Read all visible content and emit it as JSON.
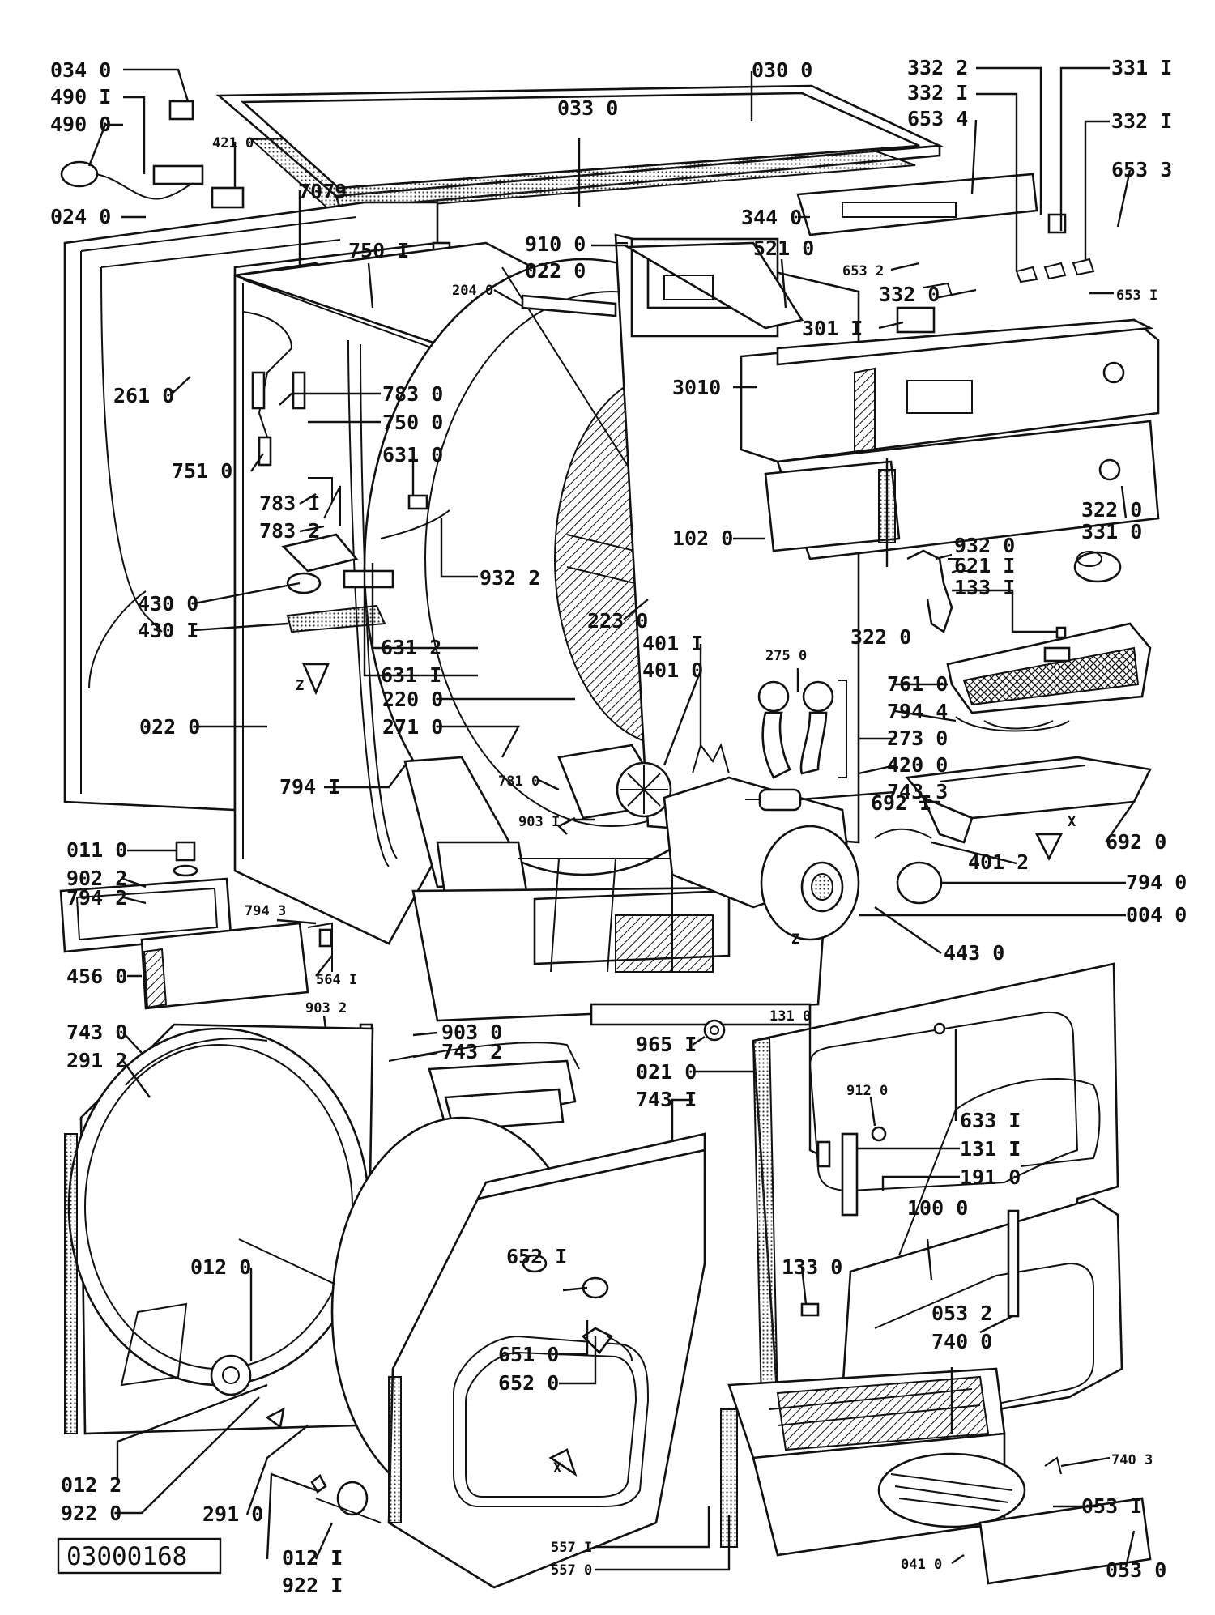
{
  "drawing_code": "03000168",
  "labels": [
    {
      "id": "l0340",
      "text": "034 0"
    },
    {
      "id": "l4901",
      "text": "490 I"
    },
    {
      "id": "l4900",
      "text": "490 0"
    },
    {
      "id": "l4210",
      "text": "421 0"
    },
    {
      "id": "l0240",
      "text": "024 0"
    },
    {
      "id": "l7079",
      "text": "7079"
    },
    {
      "id": "l0300",
      "text": "030 0"
    },
    {
      "id": "l0330",
      "text": "033 0"
    },
    {
      "id": "l7501",
      "text": "750 I"
    },
    {
      "id": "l9100",
      "text": "910 0"
    },
    {
      "id": "l0220t",
      "text": "022 0"
    },
    {
      "id": "l2040",
      "text": "204 0"
    },
    {
      "id": "l5210",
      "text": "521 0"
    },
    {
      "id": "l3440",
      "text": "344 0"
    },
    {
      "id": "l3322a",
      "text": "332 2"
    },
    {
      "id": "l3321a",
      "text": "332 I"
    },
    {
      "id": "l6534",
      "text": "653 4"
    },
    {
      "id": "l3311a",
      "text": "331 I"
    },
    {
      "id": "l3321b",
      "text": "332 I"
    },
    {
      "id": "l6533",
      "text": "653 3"
    },
    {
      "id": "l6532",
      "text": "653 2"
    },
    {
      "id": "l3320",
      "text": "332 0"
    },
    {
      "id": "l6531",
      "text": "653 I"
    },
    {
      "id": "l3011",
      "text": "301 I"
    },
    {
      "id": "l2610",
      "text": "261 0"
    },
    {
      "id": "l7830",
      "text": "783 0"
    },
    {
      "id": "l7500",
      "text": "750 0"
    },
    {
      "id": "l3010",
      "text": "3010"
    },
    {
      "id": "l6310",
      "text": "631 0"
    },
    {
      "id": "l7510",
      "text": "751 0"
    },
    {
      "id": "l7831",
      "text": "783 I"
    },
    {
      "id": "l7832",
      "text": "783 2"
    },
    {
      "id": "l1020",
      "text": "102 0"
    },
    {
      "id": "l3220a",
      "text": "322 0"
    },
    {
      "id": "l3310",
      "text": "331 0"
    },
    {
      "id": "l9320",
      "text": "932 0"
    },
    {
      "id": "l6211",
      "text": "621 I"
    },
    {
      "id": "l1331",
      "text": "133 I"
    },
    {
      "id": "l9322",
      "text": "932 2"
    },
    {
      "id": "l4300",
      "text": "430 0"
    },
    {
      "id": "l4301",
      "text": "430 I"
    },
    {
      "id": "l2230",
      "text": "223 0"
    },
    {
      "id": "l3220b",
      "text": "322 0"
    },
    {
      "id": "l6312",
      "text": "631 2"
    },
    {
      "id": "l6311",
      "text": "631 I"
    },
    {
      "id": "l4011",
      "text": "401 I"
    },
    {
      "id": "l4010",
      "text": "401 0"
    },
    {
      "id": "l2750",
      "text": "275 0"
    },
    {
      "id": "l2200",
      "text": "220 0"
    },
    {
      "id": "l2710",
      "text": "271 0"
    },
    {
      "id": "l7610",
      "text": "761 0"
    },
    {
      "id": "l7944",
      "text": "794 4"
    },
    {
      "id": "l2730",
      "text": "273 0"
    },
    {
      "id": "l4200",
      "text": "420 0"
    },
    {
      "id": "l7433",
      "text": "743 3"
    },
    {
      "id": "l0220m",
      "text": "022 0"
    },
    {
      "id": "l7941a",
      "text": "794 I"
    },
    {
      "id": "l7810",
      "text": "781 0"
    },
    {
      "id": "l6921",
      "text": "692 I"
    },
    {
      "id": "l6920",
      "text": "692 0"
    },
    {
      "id": "l4012",
      "text": "401 2"
    },
    {
      "id": "l0110",
      "text": "011 0"
    },
    {
      "id": "l9031",
      "text": "903 I"
    },
    {
      "id": "l9022",
      "text": "902 2"
    },
    {
      "id": "l7942",
      "text": "794 2"
    },
    {
      "id": "l7940",
      "text": "794 0"
    },
    {
      "id": "l0040",
      "text": "004 0"
    },
    {
      "id": "l7943",
      "text": "794 3"
    },
    {
      "id": "l4430",
      "text": "443 0"
    },
    {
      "id": "l4560",
      "text": "456 0"
    },
    {
      "id": "l5641",
      "text": "564 I"
    },
    {
      "id": "l9032",
      "text": "903 2"
    },
    {
      "id": "l7430",
      "text": "743 0"
    },
    {
      "id": "l2912",
      "text": "291 2"
    },
    {
      "id": "l9030",
      "text": "903 0"
    },
    {
      "id": "l7432",
      "text": "743 2"
    },
    {
      "id": "l1310",
      "text": "131 0"
    },
    {
      "id": "l9651",
      "text": "965 I"
    },
    {
      "id": "l0210",
      "text": "021 0"
    },
    {
      "id": "l7431",
      "text": "743 I"
    },
    {
      "id": "l9120",
      "text": "912 0"
    },
    {
      "id": "l6331",
      "text": "633 I"
    },
    {
      "id": "l1311",
      "text": "131 I"
    },
    {
      "id": "l1910",
      "text": "191 0"
    },
    {
      "id": "l0120",
      "text": "012 0"
    },
    {
      "id": "l1000",
      "text": "100 0"
    },
    {
      "id": "l6521",
      "text": "652 I"
    },
    {
      "id": "l1330",
      "text": "133 0"
    },
    {
      "id": "l0532",
      "text": "053 2"
    },
    {
      "id": "l7400",
      "text": "740 0"
    },
    {
      "id": "l6510",
      "text": "651 0"
    },
    {
      "id": "l6520",
      "text": "652 0"
    },
    {
      "id": "l0122",
      "text": "012 2"
    },
    {
      "id": "l9220",
      "text": "922 0"
    },
    {
      "id": "l2910",
      "text": "291 0"
    },
    {
      "id": "l7403",
      "text": "740 3"
    },
    {
      "id": "l0531",
      "text": "053 I"
    },
    {
      "id": "l0121",
      "text": "012 I"
    },
    {
      "id": "l9221",
      "text": "922 I"
    },
    {
      "id": "l5571",
      "text": "557 I"
    },
    {
      "id": "l5570",
      "text": "557 0"
    },
    {
      "id": "l0410",
      "text": "041 0"
    },
    {
      "id": "l0530",
      "text": "053 0"
    }
  ],
  "axis_markers": [
    {
      "id": "z1",
      "text": "Z"
    },
    {
      "id": "z2",
      "text": "Z"
    },
    {
      "id": "x1",
      "text": "X"
    },
    {
      "id": "x2",
      "text": "X"
    }
  ]
}
